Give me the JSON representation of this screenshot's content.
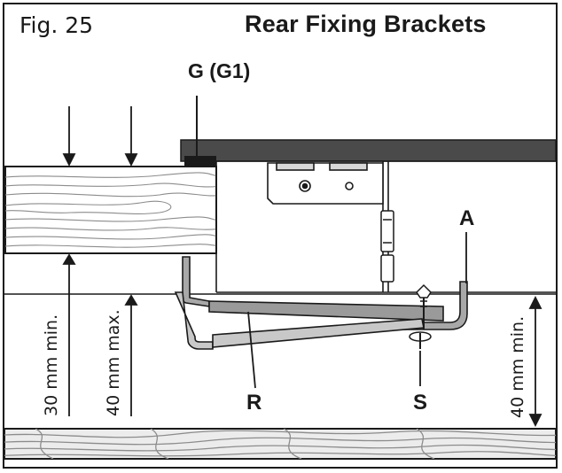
{
  "figure": {
    "fig_label": "Fig. 25",
    "title": "Rear Fixing Brackets"
  },
  "labels": {
    "g": "G (G1)",
    "a": "A",
    "r": "R",
    "s": "S"
  },
  "dimensions": {
    "min_30": "30 mm min.",
    "max_40": "40 mm max.",
    "min_40": "40 mm min."
  },
  "colors": {
    "line": "#1a1a1a",
    "worktop": "#4a4a4a",
    "bracket_fill": "#9a9a9a",
    "wood_grain": "#8c8c8c",
    "floor_fill": "#e6e6e6"
  }
}
